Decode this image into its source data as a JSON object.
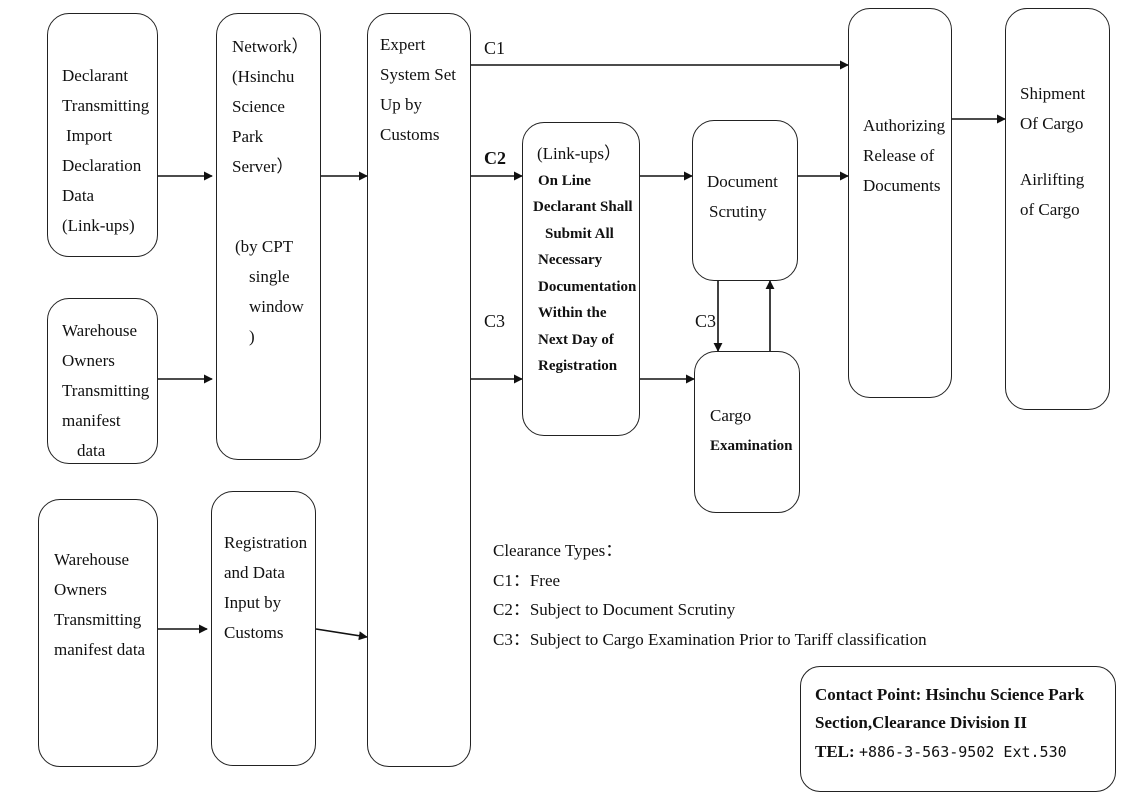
{
  "nodes": {
    "declarant": [
      "Declarant",
      "Transmitting",
      "Import",
      "Declaration",
      "Data",
      "(Link-ups)"
    ],
    "warehouse_a": [
      "Warehouse",
      "Owners",
      "Transmitting",
      "manifest",
      "data"
    ],
    "warehouse_b": [
      "Warehouse",
      "Owners",
      "Transmitting",
      "manifest data"
    ],
    "network": [
      "Network）",
      "(Hsinchu",
      "Science",
      "Park",
      "Server）",
      "",
      "",
      "(by CPT",
      "single",
      "window",
      ")"
    ],
    "registration": [
      "Registration",
      "and Data",
      "Input by",
      "Customs"
    ],
    "expert": [
      "Expert",
      "System Set",
      "Up by",
      "Customs"
    ],
    "linkups": [
      "(Link-ups）",
      "On Line",
      "Declarant Shall",
      "Submit All",
      "Necessary",
      "Documentation",
      "Within the",
      "Next Day of",
      "Registration"
    ],
    "document": [
      "Document",
      "Scrutiny"
    ],
    "cargo": [
      "Cargo",
      "Examination"
    ],
    "authorizing": [
      "Authorizing",
      "Release of",
      "Documents"
    ],
    "shipment": [
      "Shipment",
      "Of Cargo",
      "",
      "Airlifting",
      "of Cargo"
    ]
  },
  "edge_labels": {
    "c1": "C1",
    "c2": "C2",
    "c3": "C3",
    "c3_vertical": "C3"
  },
  "legend": {
    "title": "Clearance Types：",
    "items": [
      "C1：Free",
      "C2：Subject to Document Scrutiny",
      "C3：Subject to Cargo Examination Prior to Tariff classification"
    ]
  },
  "contact": {
    "line1": "Contact Point: Hsinchu Science Park",
    "line2": "Section,Clearance Division II",
    "tel_label": "TEL:",
    "tel_number": "+886-3-563-9502 Ext.530"
  }
}
